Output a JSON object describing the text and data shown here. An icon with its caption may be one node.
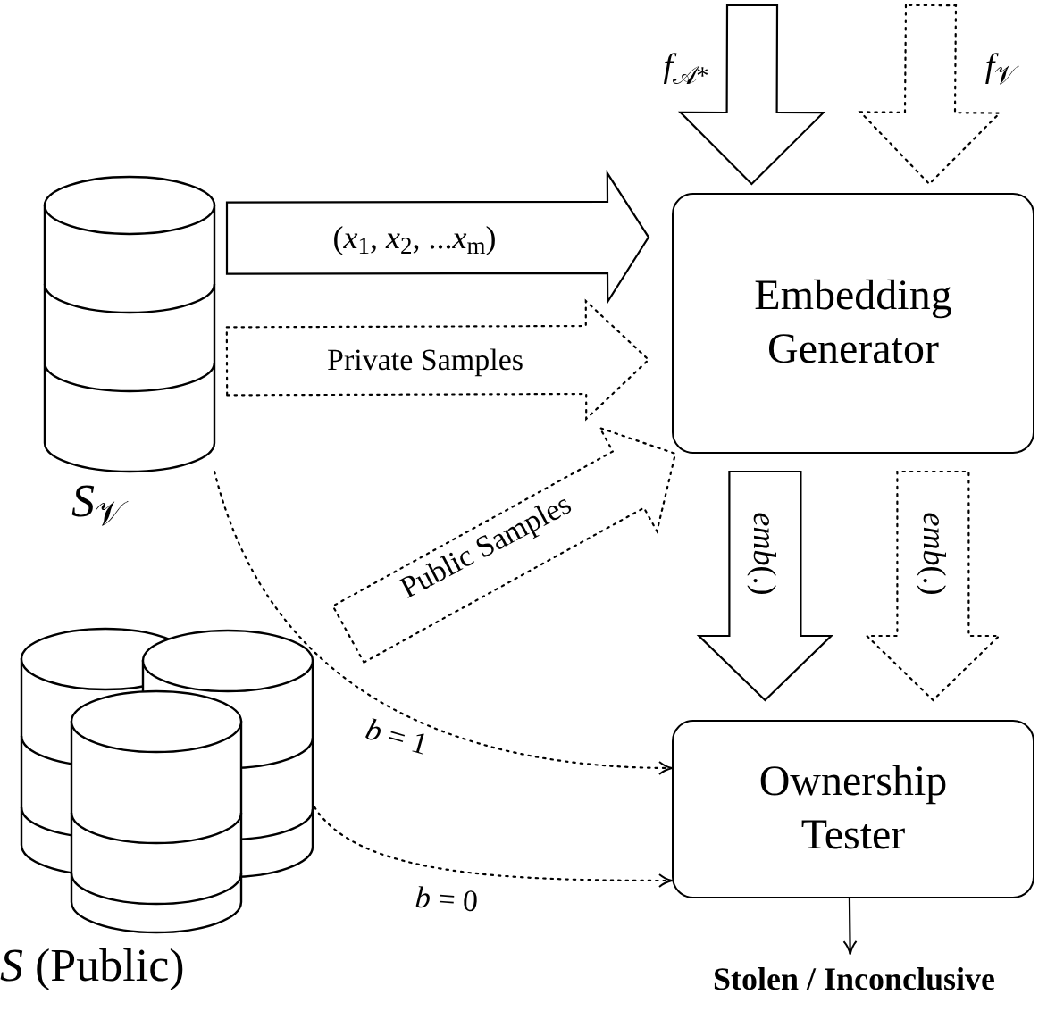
{
  "diagram": {
    "nodes": [
      {
        "text": [],
        "shape": "cylinder",
        "beside": [
          "*S*$_{𝒱}$"
        ]
      },
      {
        "text": [],
        "shape": "cylinder",
        "beside": [
          "*S* (Public)"
        ]
      },
      {
        "text": [
          "Embedding Generator"
        ]
      },
      {
        "text": [
          "Ownership Tester"
        ]
      },
      {
        "text": [
          "Stolen / Inconclusive"
        ]
      }
    ],
    "edges": [
      {
        "from": 0,
        "to": 2,
        "arrow": "to",
        "label": "(*x*$_{1}$, *x*$_{2}$, ...*x*$_{m}$)"
      },
      {
        "from": 0,
        "to": 2,
        "arrow": "to",
        "label": "Private Samples",
        "style": "dashed"
      },
      {
        "from": 1,
        "to": 2,
        "arrow": "to",
        "label": "Public Samples",
        "style": "dashed"
      },
      {
        "from": null,
        "to": 2,
        "arrow": "to",
        "label": "*f*$_{𝒜*}$"
      },
      {
        "from": null,
        "to": 2,
        "arrow": "to",
        "label": "*f*$_{𝒱}$",
        "style": "dashed"
      },
      {
        "from": 2,
        "to": 3,
        "arrow": "to",
        "label": "*emb*(.)"
      },
      {
        "from": 2,
        "to": 3,
        "arrow": "to",
        "label": "*emb*(.)",
        "style": "dashed"
      },
      {
        "from": 0,
        "to": 3,
        "arrow": "to",
        "label": "*b* = 1",
        "style": "dashed"
      },
      {
        "from": 1,
        "to": 3,
        "arrow": "to",
        "label": "*b* = 0",
        "style": "dashed"
      },
      {
        "from": 3,
        "to": 4,
        "arrow": "to"
      }
    ]
  }
}
